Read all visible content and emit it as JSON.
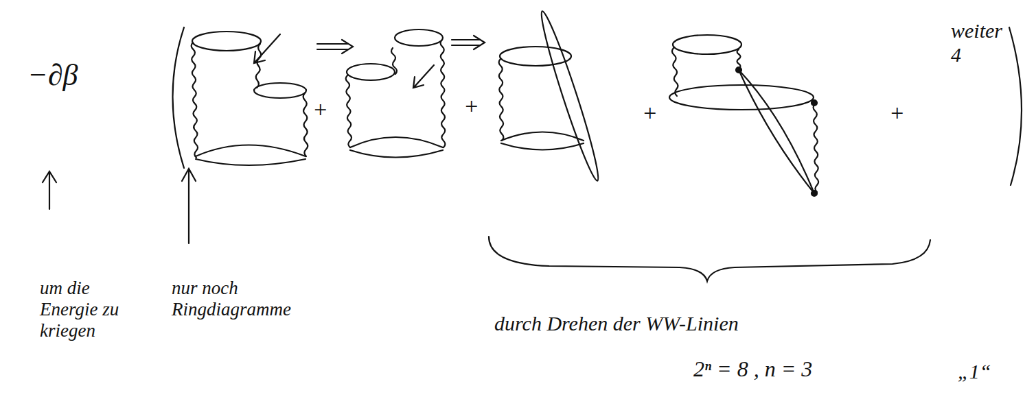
{
  "diagram": {
    "labels": [
      "−∂β",
      "um die Energie zu kriegen",
      "nur noch Ringdiagramme",
      "+",
      "+",
      "+",
      "+",
      "weiter 4",
      "durch Drehen der WW-Linien",
      "2ⁿ = 8 , n = 3",
      "„1“"
    ]
  }
}
